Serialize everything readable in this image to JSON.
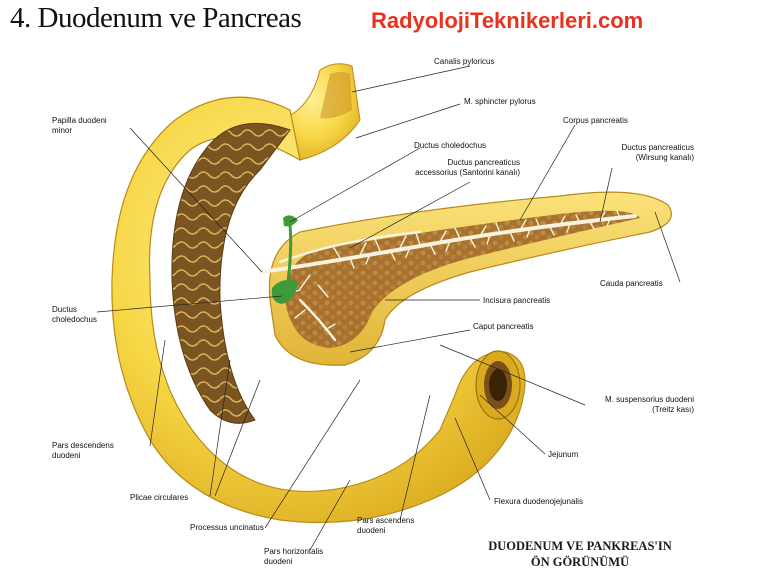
{
  "header": {
    "title": "4. Duodenum ve Pancreas",
    "brand": "RadyolojiTeknikerleri.com"
  },
  "labels": {
    "canalis_pyloricus": "Canalis pyloricus",
    "sphincter_pylorus": "M. sphincter pylorus",
    "papilla_minor_1": "Papilla duodeni",
    "papilla_minor_2": "minor",
    "ductus_choledochus_top": "Ductus choledochus",
    "corpus_pancreatis": "Corpus pancreatis",
    "ductus_accessorius_1": "Ductus pancreaticus",
    "ductus_accessorius_2": "accessorius (Santorini kanalı)",
    "ductus_wirsung_1": "Ductus pancreaticus",
    "ductus_wirsung_2": "(Wirsung kanalı)",
    "cauda_pancreatis": "Cauda pancreatis",
    "incisura_pancreatis": "Incisura pancreatis",
    "ductus_choledochus_left_1": "Ductus",
    "ductus_choledochus_left_2": "choledochus",
    "caput_pancreatis": "Caput pancreatis",
    "suspensorius_1": "M. suspensorius duodeni",
    "suspensorius_2": "(Treitz kası)",
    "pars_descendens_1": "Pars descendens",
    "pars_descendens_2": "duodeni",
    "jejunum": "Jejunum",
    "plicae_circulares": "Plicae circulares",
    "flexura": "Flexura duodenojejunalis",
    "processus_uncinatus": "Processus uncinatus",
    "pars_ascendens_1": "Pars ascendens",
    "pars_ascendens_2": "duodeni",
    "pars_horizontalis_1": "Pars horizontalis",
    "pars_horizontalis_2": "duodeni"
  },
  "caption": {
    "line1": "DUODENUM VE PANKREAS'IN",
    "line2": "ÖN GÖRÜNÜMÜ"
  },
  "colors": {
    "brand": "#e8321f",
    "duodenum_outer": "#f5d44a",
    "duodenum_inner": "#6b4a1e",
    "pancreas": "#f2c94c",
    "pancreas_section": "#a0692d",
    "duct": "#f7f3dc",
    "bile_duct": "#3f9a3a"
  }
}
